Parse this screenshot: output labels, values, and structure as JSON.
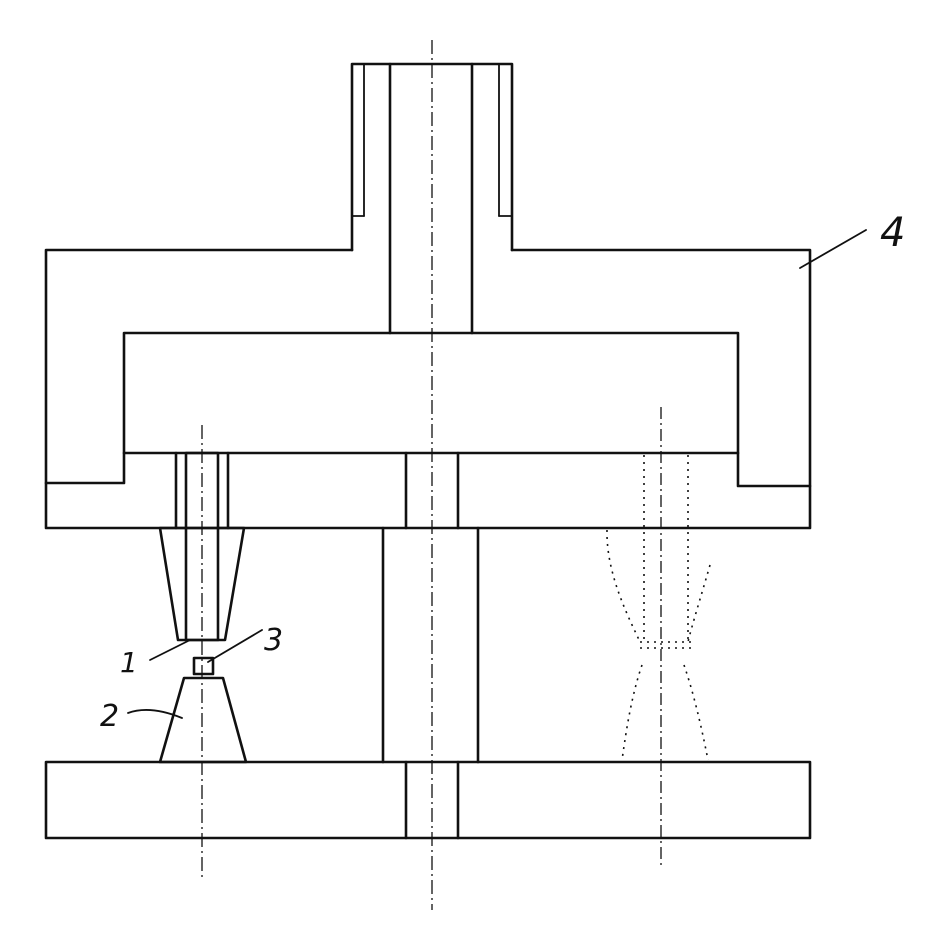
{
  "labels": {
    "pin": "1",
    "die": "2",
    "blank": "3",
    "frame": "4"
  }
}
